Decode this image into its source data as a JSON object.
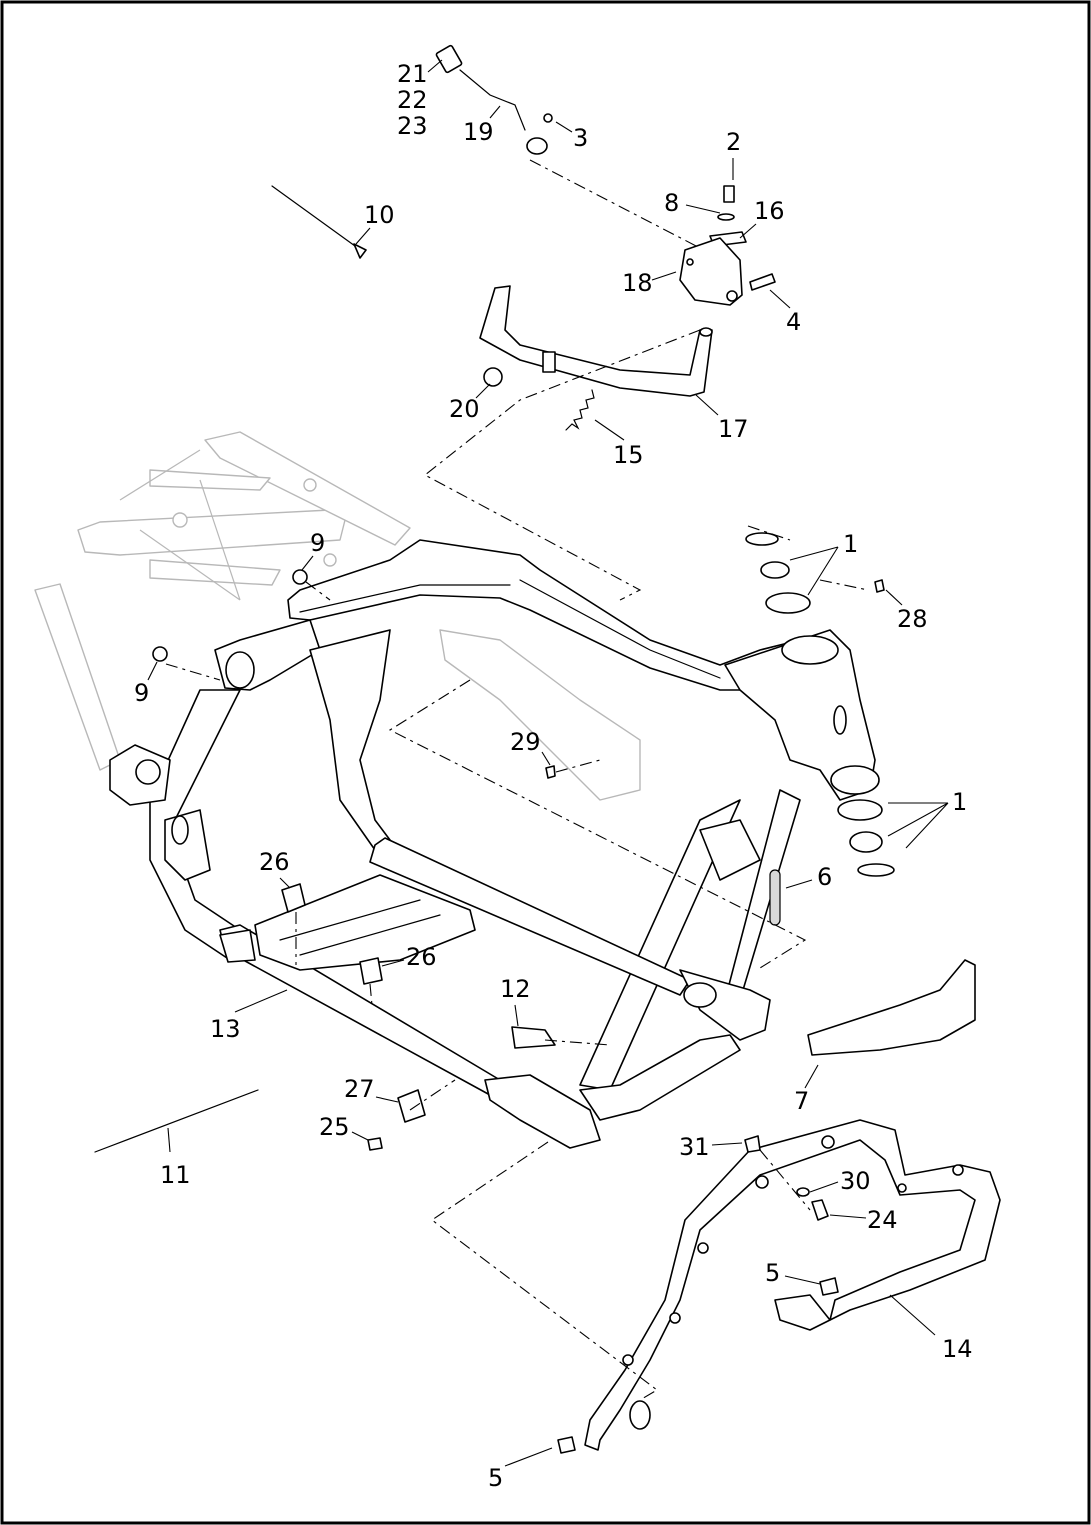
{
  "callouts": {
    "c1a": "1",
    "c1b": "1",
    "c2": "2",
    "c3": "3",
    "c4": "4",
    "c5a": "5",
    "c5b": "5",
    "c6": "6",
    "c7": "7",
    "c8": "8",
    "c9a": "9",
    "c9b": "9",
    "c10": "10",
    "c11": "11",
    "c12": "12",
    "c13": "13",
    "c14": "14",
    "c15": "15",
    "c16": "16",
    "c17": "17",
    "c18": "18",
    "c19": "19",
    "c20": "20",
    "c21": "21",
    "c22": "22",
    "c23": "23",
    "c24": "24",
    "c25": "25",
    "c26a": "26",
    "c26b": "26",
    "c27": "27",
    "c28": "28",
    "c29": "29",
    "c30": "30",
    "c31": "31"
  }
}
